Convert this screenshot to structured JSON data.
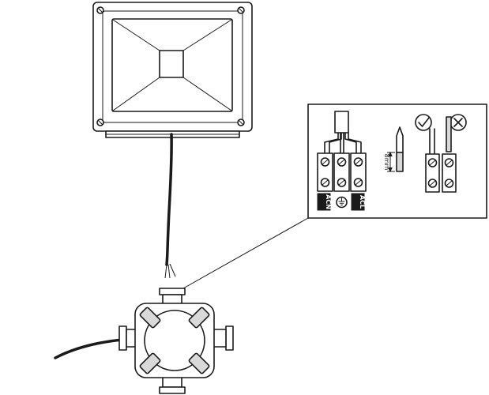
{
  "labels": {
    "strip_length": "8mm",
    "neutral": "ACN",
    "live": "ACL"
  },
  "icons": {
    "earth": "earth-ground-symbol",
    "correct": "check-mark-icon",
    "incorrect": "cross-mark-icon"
  },
  "colors": {
    "line": "#1a1a1a",
    "fill": "#ffffff",
    "shade": "#d9d9d9"
  }
}
